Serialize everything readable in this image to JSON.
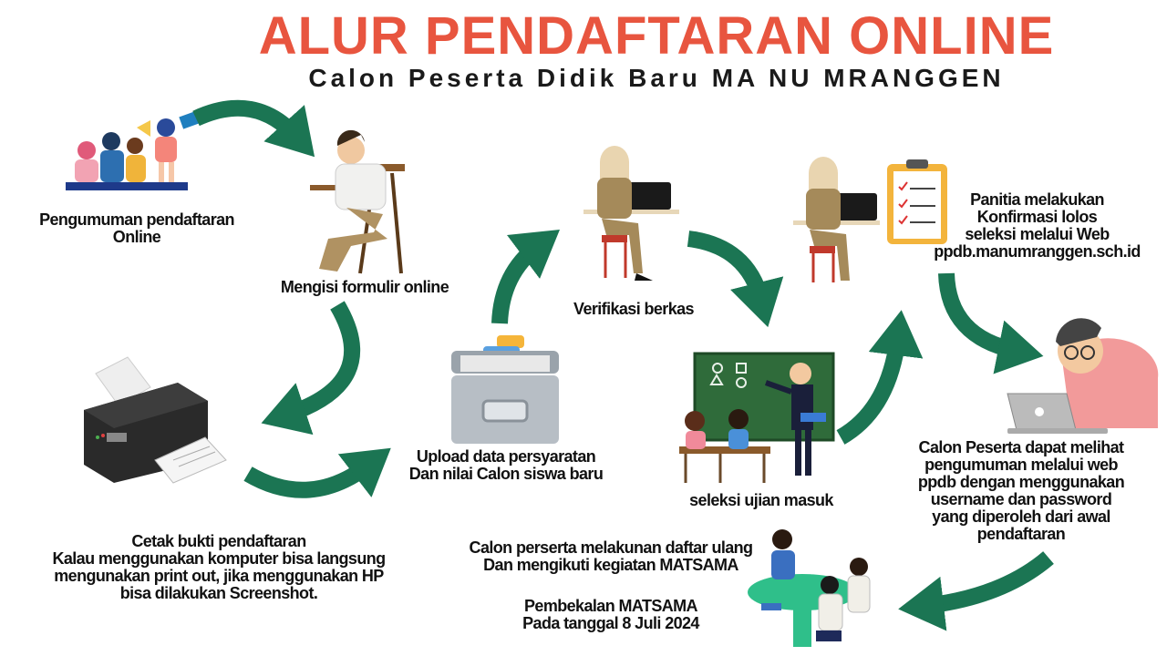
{
  "header": {
    "title": "ALUR PENDAFTARAN ONLINE",
    "subtitle": "Calon Peserta Didik Baru MA NU MRANGGEN"
  },
  "colors": {
    "title": "#e8553f",
    "arrow": "#1b7553",
    "text": "#111111"
  },
  "steps": [
    {
      "label": "Pengumuman pendaftaran\nOnline",
      "icon": "crowd-announcement-icon"
    },
    {
      "label": "Mengisi formulir online",
      "icon": "student-writing-icon"
    },
    {
      "label": "Cetak bukti pendaftaran\nKalau menggunakan komputer bisa langsung\nmengunakan print out, jika menggunakan HP\nbisa dilakukan Screenshot.",
      "icon": "printer-icon"
    },
    {
      "label": "Upload  data persyaratan\nDan nilai Calon siswa baru",
      "icon": "file-cabinet-icon"
    },
    {
      "label": "Verifikasi berkas",
      "icon": "officer-laptop-icon"
    },
    {
      "label": "seleksi ujian masuk",
      "icon": "classroom-icon"
    },
    {
      "label": "Panitia melakukan\nKonfirmasi lolos\nseleksi melalui Web\nppdb.manumranggen.sch.id",
      "icon": "officer-checklist-icon"
    },
    {
      "label": "Calon Peserta dapat melihat\npengumuman melalui web\nppdb dengan menggunakan\nusername dan password\nyang diperoleh dari awal\npendaftaran",
      "icon": "person-laptop-icon"
    },
    {
      "label": "Calon perserta melakunan daftar ulang\nDan mengikuti kegiatan MATSAMA",
      "icon": "group-study-icon"
    },
    {
      "label": "Pembekalan MATSAMA\nPada tanggal 8 Juli 2024"
    }
  ]
}
